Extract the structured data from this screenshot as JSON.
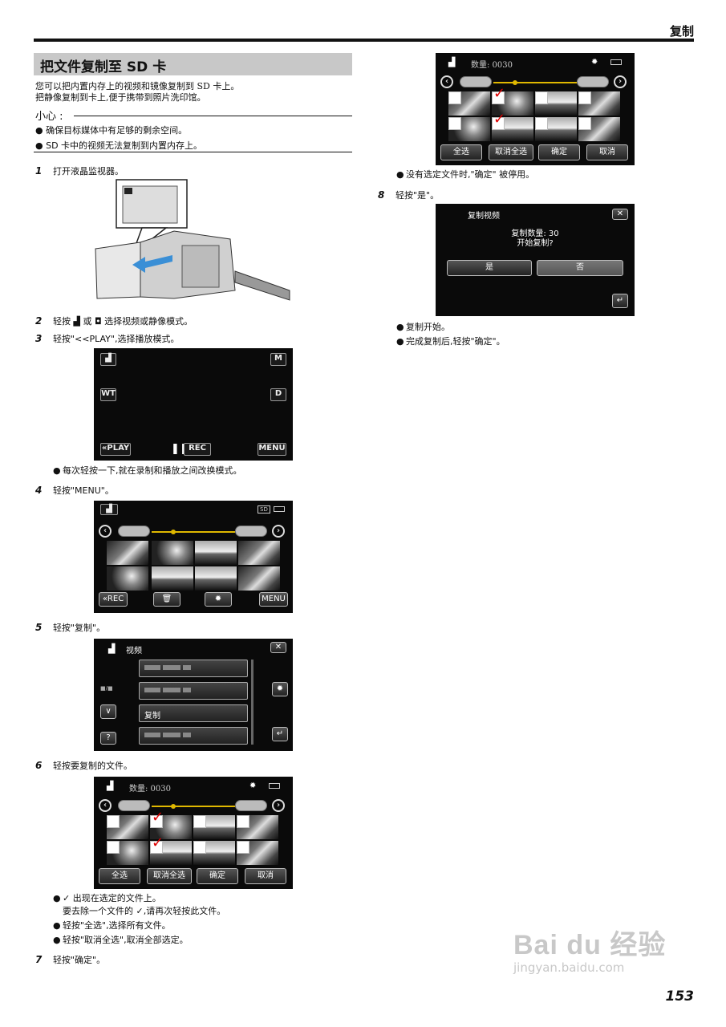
{
  "header": {
    "title": "复制"
  },
  "section": {
    "title": "把文件复制至 SD 卡",
    "intro_1": "您可以把内置内存上的视频和镜像复制到 SD 卡上。",
    "intro_2": "把静像复制到卡上,便于携带到照片洗印馆。",
    "caution_title": "小心 :",
    "cautions": [
      "确保目标媒体中有足够的剩余空间。",
      "SD 卡中的视频无法复制到内置内存上。"
    ]
  },
  "steps": {
    "s1": {
      "num": "1",
      "text": "打开液晶监视器。"
    },
    "s2": {
      "num": "2",
      "text": "轻按 ▟ 或 ◘ 选择视频或静像模式。"
    },
    "s3": {
      "num": "3",
      "text": "轻按\"<<PLAY\",选择播放模式。"
    },
    "s3_note": "每次轻按一下,就在录制和播放之间改换模式。",
    "s4": {
      "num": "4",
      "text": "轻按\"MENU\"。"
    },
    "s5": {
      "num": "5",
      "text": "轻按\"复制\"。"
    },
    "s6": {
      "num": "6",
      "text": "轻按要复制的文件。"
    },
    "s6_notes": [
      "✓ 出现在选定的文件上。",
      "要去除一个文件的 ✓,请再次轻按此文件。",
      "轻按\"全选\",选择所有文件。",
      "轻按\"取消全选\",取消全部选定。"
    ],
    "s7": {
      "num": "7",
      "text": "轻按\"确定\"。"
    },
    "s7_note": "没有选定文件时,\"确定\" 被停用。",
    "s8": {
      "num": "8",
      "text": "轻按\"是\"。"
    },
    "s8_notes": [
      "复制开始。",
      "完成复制后,轻按\"确定\"。"
    ]
  },
  "screen_play": {
    "m": "M",
    "wt": "WT",
    "d": "D",
    "play": "«PLAY",
    "rec": "REC",
    "menu": "MENU"
  },
  "screen_index": {
    "rec": "«REC",
    "menu": "MENU",
    "sd": "SD"
  },
  "screen_menu": {
    "title": "视频",
    "copy": "复制",
    "help": "?",
    "mode": "■/■"
  },
  "screen_select": {
    "count": "数量: 0030",
    "all": "全选",
    "none": "取消全选",
    "ok": "确定",
    "cancel": "取消"
  },
  "screen_confirm": {
    "title": "复制视频",
    "line1": "复制数量: 30",
    "line2": "开始复制?",
    "yes": "是",
    "no": "否"
  },
  "footer": {
    "page": "153",
    "wm1": "Bai du 经验",
    "wm2": "jingyan.baidu.com"
  }
}
